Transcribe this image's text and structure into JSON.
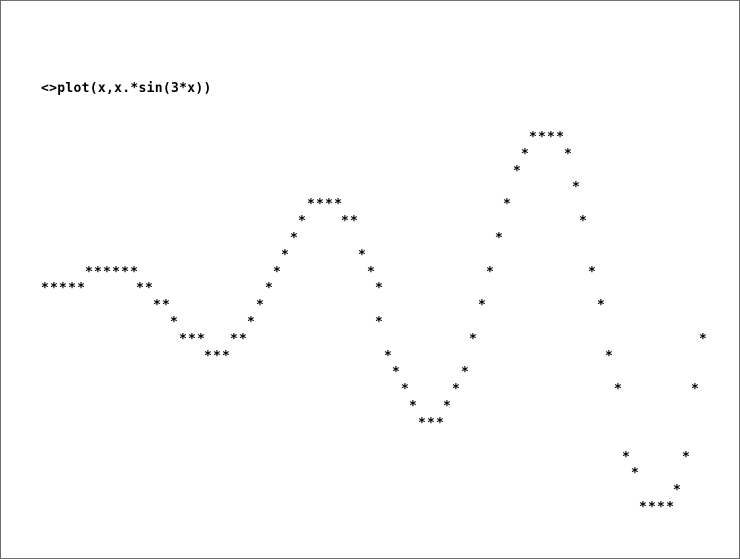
{
  "console": {
    "command": "<>plot(x,x.*sin(3*x))"
  },
  "plot": {
    "glyph": "*",
    "rows": [
      {
        "y": 0,
        "runs": [
          {
            "c": 528,
            "n": 4
          }
        ]
      },
      {
        "y": 1,
        "runs": [
          {
            "c": 520,
            "n": 1
          },
          {
            "c": 563,
            "n": 1
          }
        ]
      },
      {
        "y": 2,
        "runs": [
          {
            "c": 512,
            "n": 1
          }
        ]
      },
      {
        "y": 3,
        "runs": [
          {
            "c": 571,
            "n": 1
          }
        ]
      },
      {
        "y": 4,
        "runs": [
          {
            "c": 306,
            "n": 4
          },
          {
            "c": 502,
            "n": 1
          }
        ]
      },
      {
        "y": 5,
        "runs": [
          {
            "c": 297,
            "n": 1
          },
          {
            "c": 340,
            "n": 2
          },
          {
            "c": 578,
            "n": 1
          }
        ]
      },
      {
        "y": 6,
        "runs": [
          {
            "c": 289,
            "n": 1
          },
          {
            "c": 494,
            "n": 1
          }
        ]
      },
      {
        "y": 7,
        "runs": [
          {
            "c": 280,
            "n": 1
          },
          {
            "c": 357,
            "n": 1
          }
        ]
      },
      {
        "y": 8,
        "runs": [
          {
            "c": 84,
            "n": 6
          },
          {
            "c": 272,
            "n": 1
          },
          {
            "c": 366,
            "n": 1
          },
          {
            "c": 485,
            "n": 1
          },
          {
            "c": 587,
            "n": 1
          }
        ]
      },
      {
        "y": 9,
        "runs": [
          {
            "c": 40,
            "n": 5
          },
          {
            "c": 135,
            "n": 2
          },
          {
            "c": 264,
            "n": 1
          },
          {
            "c": 374,
            "n": 1
          }
        ]
      },
      {
        "y": 10,
        "runs": [
          {
            "c": 152,
            "n": 2
          },
          {
            "c": 255,
            "n": 1
          },
          {
            "c": 477,
            "n": 1
          },
          {
            "c": 596,
            "n": 1
          }
        ]
      },
      {
        "y": 11,
        "runs": [
          {
            "c": 169,
            "n": 1
          },
          {
            "c": 246,
            "n": 1
          },
          {
            "c": 374,
            "n": 1
          }
        ]
      },
      {
        "y": 12,
        "runs": [
          {
            "c": 178,
            "n": 3
          },
          {
            "c": 229,
            "n": 2
          },
          {
            "c": 468,
            "n": 1
          },
          {
            "c": 698,
            "n": 1
          }
        ]
      },
      {
        "y": 13,
        "runs": [
          {
            "c": 203,
            "n": 3
          },
          {
            "c": 383,
            "n": 1
          },
          {
            "c": 604,
            "n": 1
          }
        ]
      },
      {
        "y": 14,
        "runs": [
          {
            "c": 391,
            "n": 1
          },
          {
            "c": 460,
            "n": 1
          }
        ]
      },
      {
        "y": 15,
        "runs": [
          {
            "c": 400,
            "n": 1
          },
          {
            "c": 451,
            "n": 1
          },
          {
            "c": 613,
            "n": 1
          },
          {
            "c": 690,
            "n": 1
          }
        ]
      },
      {
        "y": 16,
        "runs": [
          {
            "c": 408,
            "n": 1
          },
          {
            "c": 442,
            "n": 1
          }
        ]
      },
      {
        "y": 17,
        "runs": [
          {
            "c": 417,
            "n": 3
          }
        ]
      },
      {
        "y": 18,
        "runs": []
      },
      {
        "y": 19,
        "runs": [
          {
            "c": 621,
            "n": 1
          },
          {
            "c": 681,
            "n": 1
          }
        ]
      },
      {
        "y": 20,
        "runs": [
          {
            "c": 630,
            "n": 1
          }
        ]
      },
      {
        "y": 21,
        "runs": [
          {
            "c": 672,
            "n": 1
          }
        ]
      },
      {
        "y": 22,
        "runs": [
          {
            "c": 638,
            "n": 4
          }
        ]
      }
    ]
  }
}
